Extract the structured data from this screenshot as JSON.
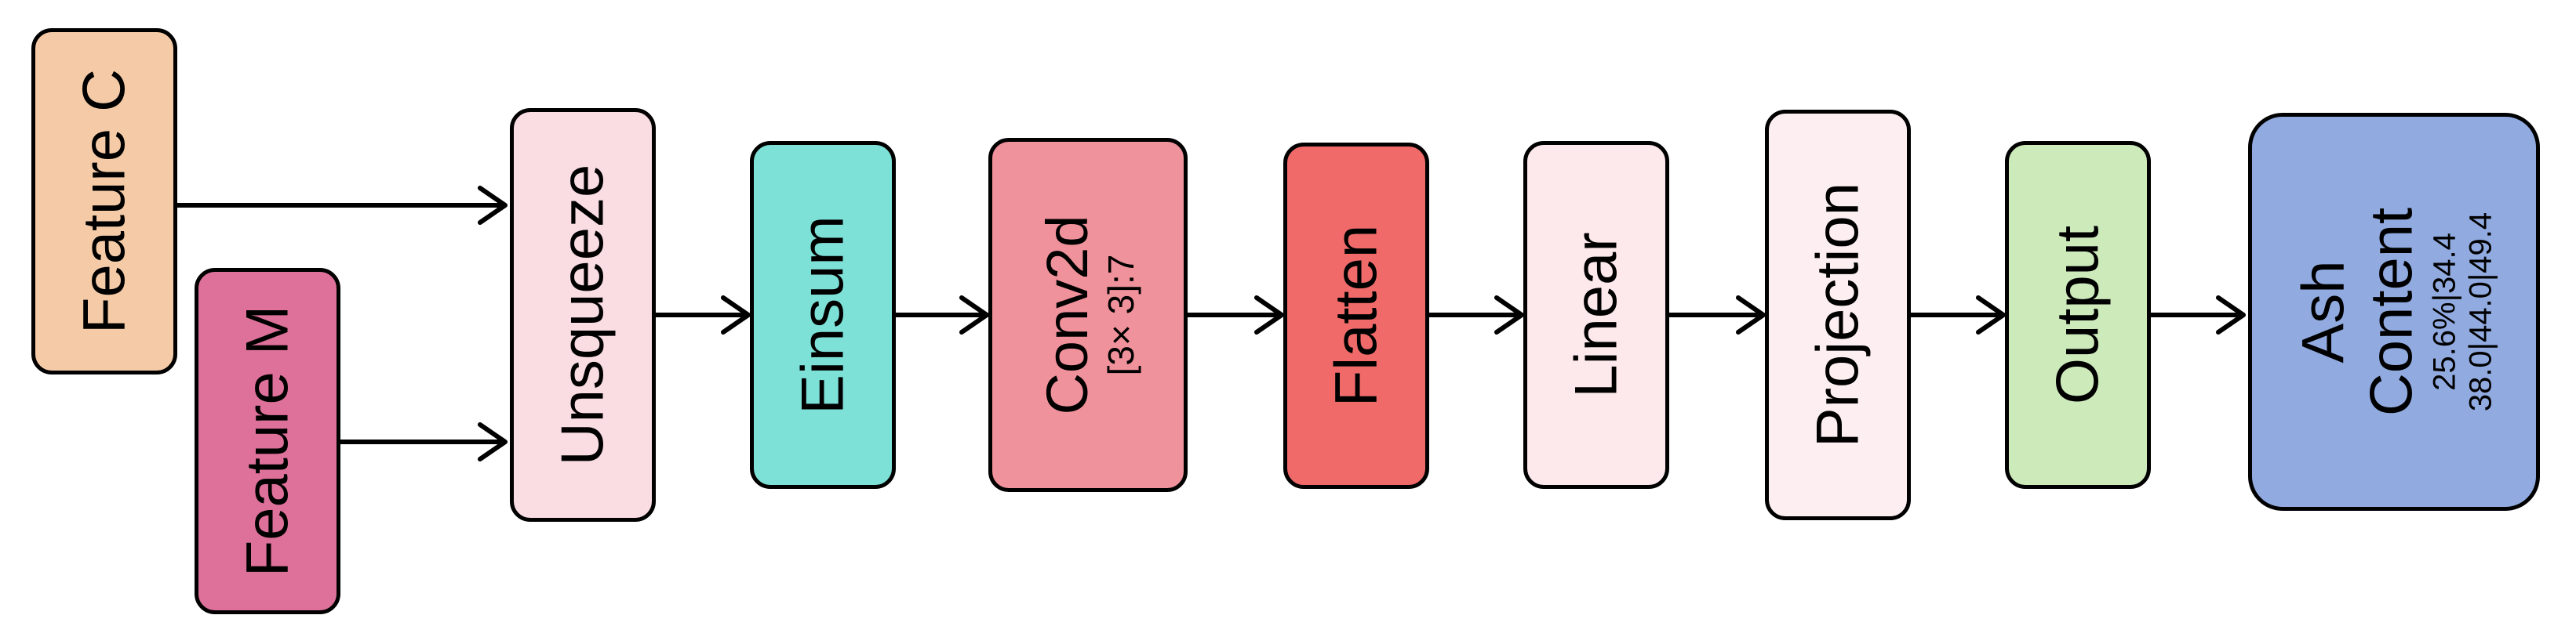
{
  "colors": {
    "feature_c": "#F5CBA7",
    "feature_m": "#DE7199",
    "unsqueeze": "#FADCE3",
    "einsum": "#7EE1D7",
    "conv2d": "#F0929B",
    "flatten": "#F06A6A",
    "linear": "#FDE9EC",
    "projection": "#FDEEF1",
    "output": "#CDEABB",
    "ash_content": "#91ABE1",
    "stroke": "#000000"
  },
  "nodes": {
    "feature_c": {
      "label": "Feature C"
    },
    "feature_m": {
      "label": "Feature M"
    },
    "unsqueeze": {
      "label": "Unsqueeze"
    },
    "einsum": {
      "label": "Einsum"
    },
    "conv2d": {
      "label": "Conv2d",
      "sublabel": "[3× 3]:7"
    },
    "flatten": {
      "label": "Flatten"
    },
    "linear": {
      "label": "Linear"
    },
    "projection": {
      "label": "Projection"
    },
    "output": {
      "label": "Output"
    },
    "ash_content": {
      "label_line1": "Ash",
      "label_line2": "Content",
      "value_line1": "25.6%|34.4",
      "value_line2": "38.0|44.0|49.4"
    }
  }
}
